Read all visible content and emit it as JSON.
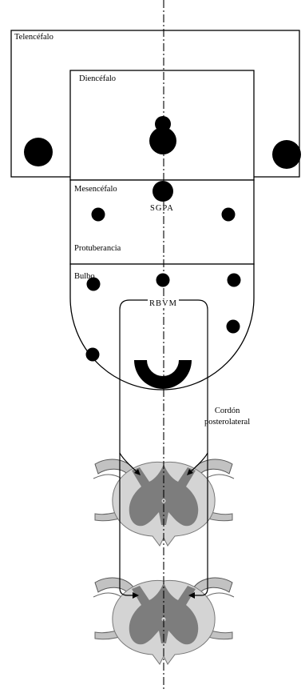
{
  "regions": {
    "telencefalo": "Telencéfalo",
    "diencefalo": "Diencéfalo",
    "mesencefalo": "Mesencéfalo",
    "protuberancia": "Protuberancia",
    "bulbo": "Bulbo"
  },
  "nuclei": {
    "sgpa": "SGPA",
    "rbvm": "RBVM"
  },
  "tract": {
    "line1": "Cordón",
    "line2": "posterolateral"
  },
  "colors": {
    "line": "#000000",
    "nucleus": "#000000",
    "cord_outer": "#d4d4d4",
    "cord_grey_matter": "#7d7d7d",
    "cord_root": "#c2c2c2"
  }
}
